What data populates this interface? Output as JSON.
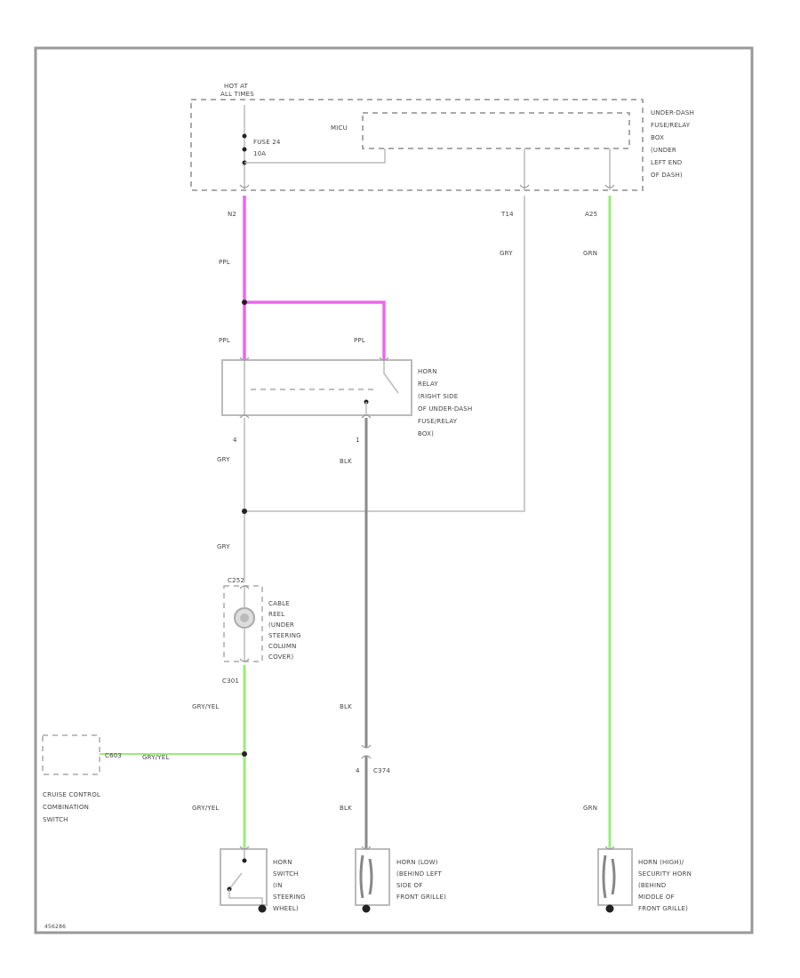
{
  "source": {
    "line1": "HOT AT",
    "line2": "ALL TIMES"
  },
  "fuse_box": {
    "mcu": "MICU",
    "fuse_line1": "FUSE 24",
    "fuse_line2": "10A",
    "desc": [
      "UNDER-DASH",
      "FUSE/RELAY",
      "BOX",
      "(UNDER",
      "LEFT END",
      "OF DASH)"
    ],
    "pin_left": "N2",
    "pin_mid": "T14",
    "pin_right": "A25"
  },
  "wires": {
    "pnk_top": "PPL",
    "gry_mid": "GRY",
    "grn_right": "GRN",
    "pnk_left": "PPL",
    "pnk_right": "PPL",
    "gry_relay_out": "GRY",
    "blk_relay": "BLK",
    "gry_lower": "GRY",
    "gry_yel_upper": "GRY/YEL",
    "blk_mid": "BLK",
    "gry_yel_branch": "GRY/YEL",
    "gry_yel_lower": "GRY/YEL",
    "blk_low": "BLK",
    "grn_low": "GRN"
  },
  "relay": {
    "desc": [
      "HORN",
      "RELAY",
      "(RIGHT SIDE",
      "OF UNDER-DASH",
      "FUSE/RELAY",
      "BOX)"
    ],
    "pin_left": "4",
    "pin_right": "1"
  },
  "cable_reel": {
    "pin_top": "C252",
    "pin_bottom": "C301",
    "desc": [
      "CABLE",
      "REEL",
      "(UNDER",
      "STEERING",
      "COLUMN",
      "COVER)"
    ]
  },
  "cruise": {
    "pin": "C603",
    "desc": [
      "CRUISE CONTROL",
      "COMBINATION",
      "SWITCH"
    ]
  },
  "connector_c374": {
    "left": "4",
    "right": "C374"
  },
  "horn_switch": {
    "desc": [
      "HORN",
      "SWITCH",
      "(IN",
      "STEERING",
      "WHEEL)"
    ]
  },
  "horn_low": {
    "desc": [
      "HORN (LOW)",
      "(BEHIND LEFT",
      "SIDE OF",
      "FRONT GRILLE)"
    ]
  },
  "horn_high": {
    "desc": [
      "HORN (HIGH)/",
      "SECURITY HORN",
      "(BEHIND",
      "MIDDLE OF",
      "FRONT GRILLE)"
    ]
  },
  "footer_id": "456286"
}
